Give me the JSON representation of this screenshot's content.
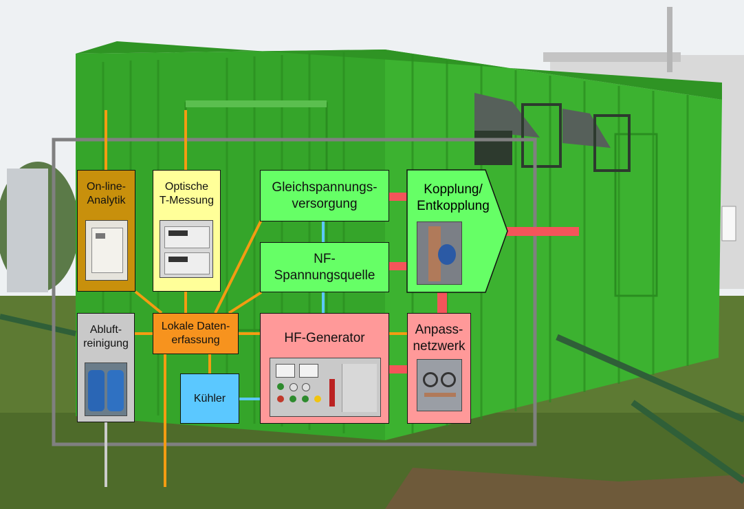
{
  "colors": {
    "orange": "#f39c12",
    "red": "#f4555a",
    "cyan": "#5cc8ff",
    "gray_line": "#cccccc",
    "frame": "#808080",
    "analytik": "#c8900c",
    "optische": "#ffff99",
    "lokale": "#f7931e",
    "abluft": "#c9c9c9",
    "kuehler": "#5bc8ff",
    "green_box": "#66ff66",
    "pink_box": "#ff9999",
    "container": "#35a52a"
  },
  "boxes": {
    "online": "On-line-\nAnalytik",
    "optische": "Optische\nT-Messung",
    "abluft": "Abluft-\nreinigung",
    "lokale": "Lokale Daten-\nerfassung",
    "kuehler": "Kühler",
    "gleich": "Gleichspannungs-\nversorgung",
    "nf": "NF-\nSpannungsquelle",
    "hf": "HF-Generator",
    "kopplung": "Kopplung/\nEntkopplung",
    "anpass": "Anpass-\nnetzwerk"
  },
  "icons": {
    "online_photo": "analyzer-cabinet-photo",
    "optische_photo": "temperature-display-photo",
    "abluft_photo": "barrels-photo",
    "hf_photo": "generator-panel-photo",
    "kopplung_photo": "coupling-device-photo",
    "anpass_photo": "matching-network-photo"
  }
}
